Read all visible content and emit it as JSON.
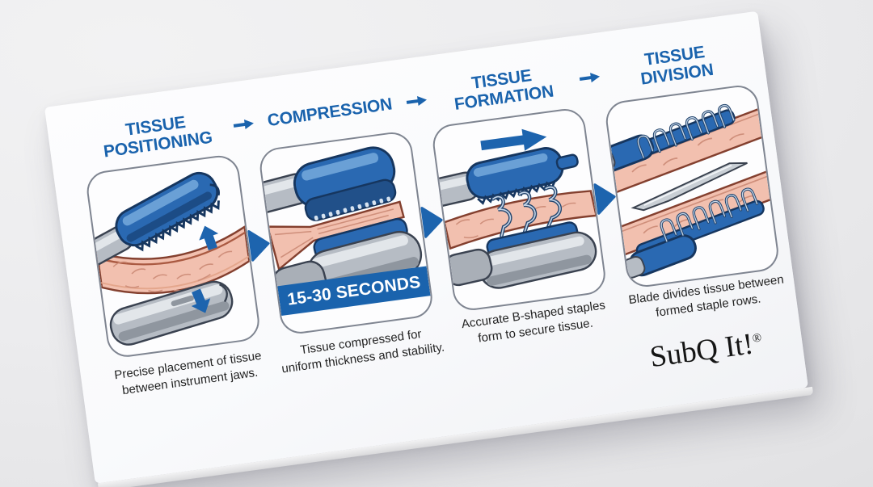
{
  "brand": {
    "name": "SubQ It!",
    "registered_mark": "®"
  },
  "flow": {
    "steps": [
      {
        "title_line1": "TISSUE",
        "title_line2": "POSITIONING",
        "caption_line1": "Precise placement of tissue",
        "caption_line2": "between instrument jaws.",
        "illustration": "open-jaws-with-tissue-between"
      },
      {
        "title_line1": "COMPRESSION",
        "title_line2": "",
        "badge": "15-30 SECONDS",
        "caption_line1": "Tissue compressed for",
        "caption_line2": "uniform thickness and stability.",
        "illustration": "closed-jaws-compressing-tissue"
      },
      {
        "title_line1": "TISSUE",
        "title_line2": "FORMATION",
        "caption_line1": "Accurate B-shaped staples",
        "caption_line2": "form to secure tissue.",
        "illustration": "b-shaped-staples-forming"
      },
      {
        "title_line1": "TISSUE",
        "title_line2": "DIVISION",
        "caption_line1": "Blade divides tissue between",
        "caption_line2": "formed staple rows.",
        "illustration": "blade-dividing-stapled-tissue"
      }
    ]
  },
  "icons": [
    "flow-arrow-icon",
    "panel-chevron-icon",
    "up-arrow-icon",
    "down-arrow-icon",
    "advance-arrow-icon"
  ],
  "colors": {
    "accent_blue": "#1a63ad",
    "banner_blue": "#1a63ad",
    "panel_border": "#7f8591",
    "instrument_blue": "#2a69b2",
    "instrument_navy": "#16365f",
    "instrument_gray": "#b6bcc4",
    "tissue_pink": "#f2c0af",
    "tissue_outline": "#84402f",
    "staple_steel": "#c6d6e8",
    "caption_text": "#232323",
    "card_white": "#fbfcfd",
    "background_gray": "#ececee"
  }
}
